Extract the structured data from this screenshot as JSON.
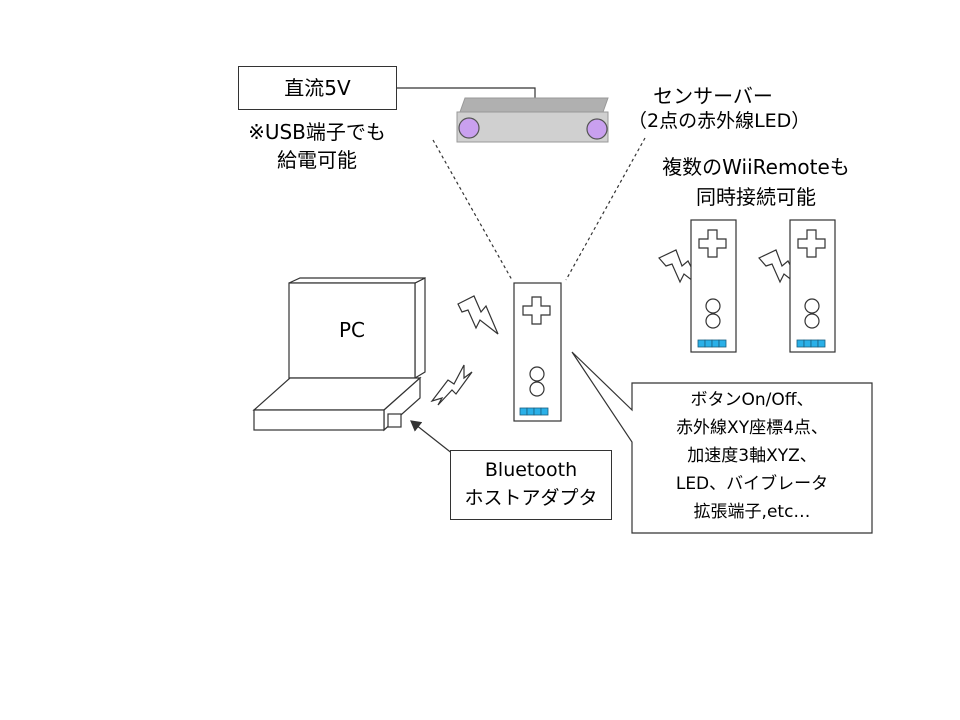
{
  "power_box": {
    "label": "直流5V"
  },
  "usb_note": {
    "line1": "※USB端子でも",
    "line2": "給電可能"
  },
  "sensor_bar": {
    "line1": "センサーバー",
    "line2": "（2点の赤外線LED）"
  },
  "multi_note": {
    "line1": "複数のWiiRemoteも",
    "line2": "同時接続可能"
  },
  "pc": {
    "label": "PC"
  },
  "bluetooth_box": {
    "line1": "Bluetooth",
    "line2": "ホストアダプタ"
  },
  "callout": {
    "lines": [
      "ボタンOn/Off、",
      "赤外線XY座標4点、",
      "加速度3軸XYZ、",
      "LED、バイブレータ",
      "拡張端子,etc…"
    ]
  },
  "colors": {
    "sensor_led": "#c9a0ef",
    "remote_led": "#2ab0e8",
    "sensor_bar_top": "#b0b0b0",
    "sensor_bar_face": "#d0d0d0",
    "stroke": "#333333"
  }
}
